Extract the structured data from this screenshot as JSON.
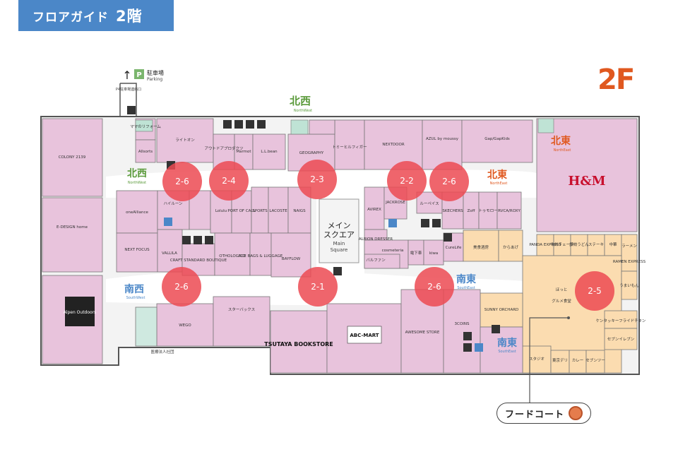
{
  "header": {
    "title": "フロアガイド",
    "floor": "2階"
  },
  "floor_label": "2F",
  "parking": {
    "label_jp": "駐車場",
    "label_en": "Parking",
    "route": "P4駐車場連絡口"
  },
  "entrances": {
    "north_west": {
      "jp": "北西",
      "en": "NorthWest"
    },
    "north_west_2": {
      "jp": "北西",
      "en": "NorthWest"
    },
    "north_east": {
      "jp": "北東",
      "en": "NorthEast"
    },
    "north_east_2": {
      "jp": "北東",
      "en": "NorthEast"
    },
    "south_west": {
      "jp": "南西",
      "en": "SouthWest"
    },
    "south_east": {
      "jp": "南東",
      "en": "SouthEast"
    },
    "south_east_2": {
      "jp": "南東",
      "en": "SouthEast"
    }
  },
  "main_square": {
    "jp1": "メイン",
    "jp2": "スクエア",
    "en1": "Main",
    "en2": "Square"
  },
  "food_court": {
    "label": "フードコート"
  },
  "colors": {
    "shop": "#e8c3dc",
    "food": "#fbdcb0",
    "walkway": "#ffffff",
    "outline": "#555555",
    "marker": "#ec4a52",
    "header": "#4b87c8",
    "accent": "#e0581f"
  },
  "markers": [
    {
      "id": "2-1",
      "label": "2-1"
    },
    {
      "id": "2-2",
      "label": "2-2"
    },
    {
      "id": "2-3",
      "label": "2-3"
    },
    {
      "id": "2-4",
      "label": "2-4"
    },
    {
      "id": "2-5",
      "label": "2-5"
    },
    {
      "id": "2-6a",
      "label": "2-6"
    },
    {
      "id": "2-6b",
      "label": "2-6"
    },
    {
      "id": "2-6c",
      "label": "2-6"
    },
    {
      "id": "2-6d",
      "label": "2-6"
    }
  ],
  "stores": {
    "colony": "COLONY 2139",
    "edesign": "E-DESIGN home",
    "alpen": "Alpen Outdoors",
    "mama": "ママのリフォーム",
    "allsorts": "Allsorts",
    "raitoon": "ライトオン",
    "outdoor": "アウトドアプロダクツ",
    "marmot": "Marmot",
    "llbean": "L.L.bean",
    "geography": "GEOGRAPHY",
    "toumori": "トミーヒルフィガー",
    "nextdoor": "NEXTDOOR",
    "azul": "AZUL by moussy",
    "gap": "Gap/GapKids",
    "hm": "H&M",
    "one_alliance": "oneAlliance",
    "hallmark": "ハイルーン",
    "lolulu": "Lolulu",
    "port_call": "PORT OF CALL",
    "sports": "SPORTS",
    "lacoste": "LACOSTE",
    "naigs": "NAIGS",
    "averex": "AVIREX",
    "jack": "JACKROSE",
    "ruby": "ルーペイス",
    "skechers": "SKECHERS",
    "zoff": "Zoff",
    "tomorrow": "トゥモロー",
    "rvca": "RVCA/ROXY",
    "next_focus": "NEXT FOCUS",
    "vallila": "VALLILA",
    "craft": "CRAFT STANDARD BOUTIQUE",
    "otho": "OTHOLOGICO",
    "ace": "ACE BAGS & LUGGAGE",
    "bayflow": "BAYFLOW",
    "albion": "ALBION DRESSER",
    "cosme": "cosmeteria",
    "varufan": "バルファン",
    "taku": "電下車",
    "kiwa": "kiwa",
    "cureful": "CureLife",
    "bikan": "美食酒房",
    "rakuda": "からあげ",
    "panda": "PANDA EXPRESS",
    "fc2": "牛丼チェーン",
    "fc3": "讃岐うどん",
    "fc4": "ステーキ",
    "fc5": "中華",
    "fc6": "ラーメン",
    "ramen": "RAMEN EXPRESS",
    "wego": "WEGO",
    "tsutaya_cafe": "スターバックス",
    "tsutaya": "TSUTAYA BOOKSTORE",
    "abc": "ABC-MART",
    "awesome": "AWESOME STORE",
    "3coins": "3COINS",
    "sunny": "SUNNY ORCHARD",
    "gourmet": "グルメ食堂",
    "food_ss": "スタジオ",
    "tokyo": "東京デリ",
    "curry": "カレー",
    "ukiyo": "うまいもん",
    "kentucky": "ケンタッキーフライドチキン",
    "seven": "セブンイレブン",
    "clinic": "医療法人社団",
    "hotto": "ほっと",
    "sevin": "セブンツー"
  }
}
